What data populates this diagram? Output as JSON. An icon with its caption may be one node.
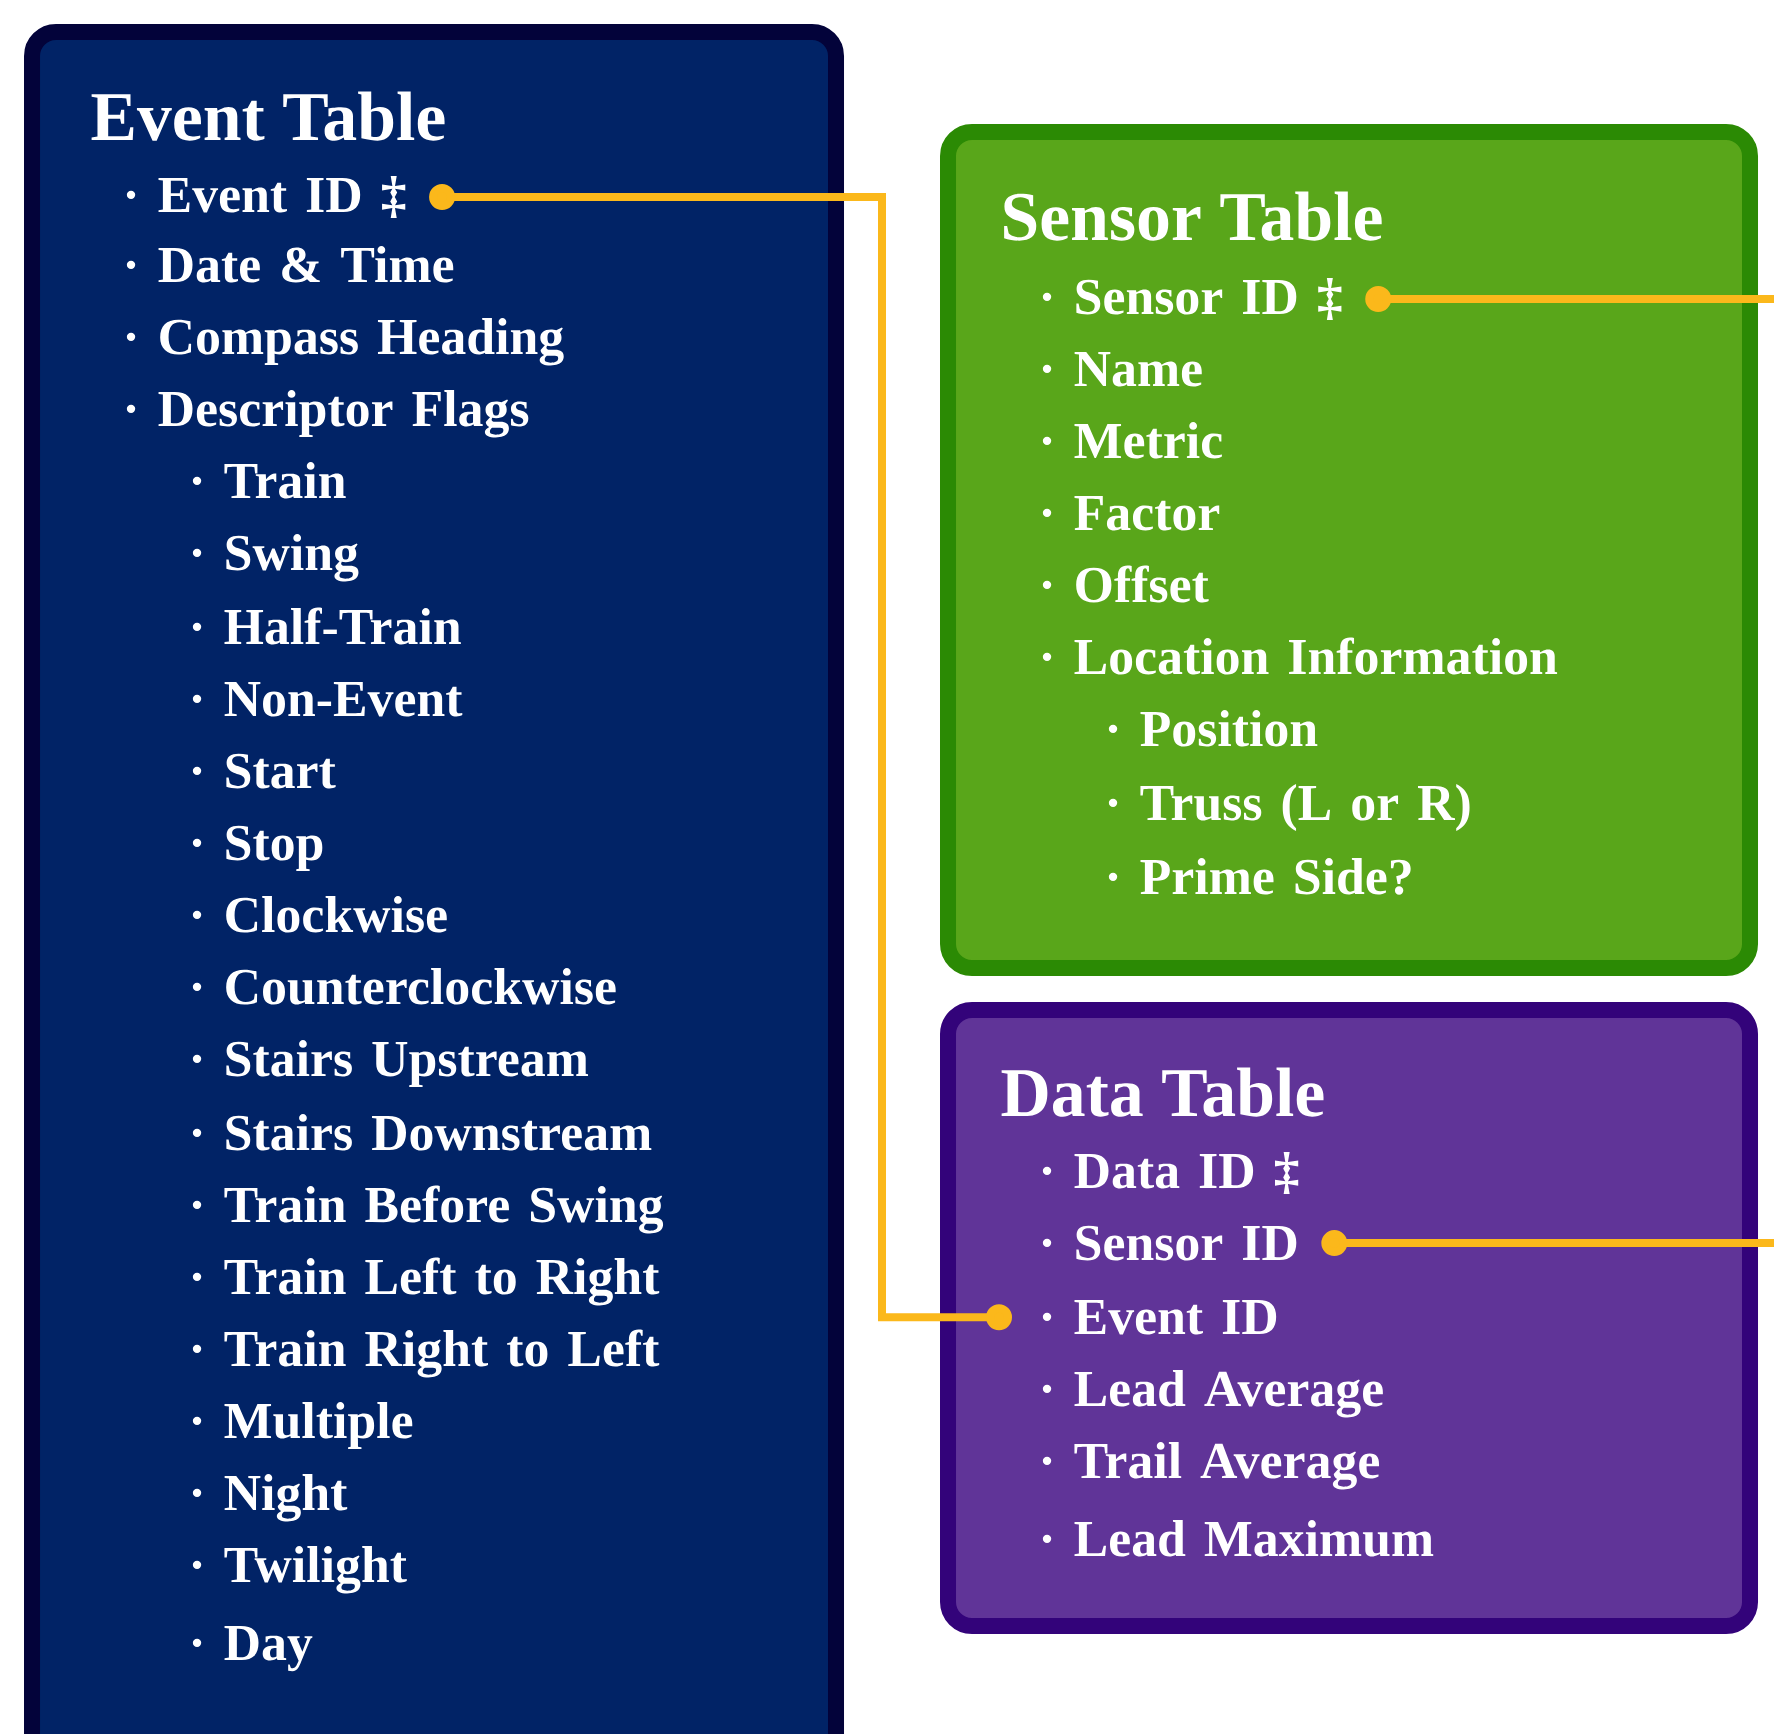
{
  "diagram": {
    "nodes": [
      {
        "text": [
          "Event Table"
        ]
      },
      {
        "text": [
          "· Event ID ‡"
        ],
        "in": 0
      },
      {
        "text": [
          "· Date & Time"
        ],
        "in": 0
      },
      {
        "text": [
          "· Compass Heading"
        ],
        "in": 0
      },
      {
        "text": [
          "· Descriptor Flags"
        ],
        "in": 0
      },
      {
        "text": [
          "· Train"
        ],
        "in": 0
      },
      {
        "text": [
          "· Swing"
        ],
        "in": 0
      },
      {
        "text": [
          "· Half-Train"
        ],
        "in": 0
      },
      {
        "text": [
          "· Non-Event"
        ],
        "in": 0
      },
      {
        "text": [
          "· Start"
        ],
        "in": 0
      },
      {
        "text": [
          "· Stop"
        ],
        "in": 0
      },
      {
        "text": [
          "· Clockwise"
        ],
        "in": 0
      },
      {
        "text": [
          "· Counterclockwise"
        ],
        "in": 0
      },
      {
        "text": [
          "· Stairs Upstream"
        ],
        "in": 0
      },
      {
        "text": [
          "· Stairs Downstream"
        ],
        "in": 0
      },
      {
        "text": [
          "· Train Before Swing"
        ],
        "in": 0
      },
      {
        "text": [
          "· Train Left to Right"
        ],
        "in": 0
      },
      {
        "text": [
          "· Train Right to Left"
        ],
        "in": 0
      },
      {
        "text": [
          "· Multiple"
        ],
        "in": 0
      },
      {
        "text": [
          "· Night"
        ],
        "in": 0
      },
      {
        "text": [
          "· Twilight"
        ],
        "in": 0
      },
      {
        "text": [
          "· Day"
        ],
        "in": 0
      },
      {
        "text": [
          "Sensor Table"
        ]
      },
      {
        "text": [
          "· Sensor ID ‡"
        ],
        "in": 22
      },
      {
        "text": [
          "· Name"
        ],
        "in": 22
      },
      {
        "text": [
          "· Metric"
        ],
        "in": 22
      },
      {
        "text": [
          "· Factor"
        ],
        "in": 22
      },
      {
        "text": [
          "· Offset"
        ],
        "in": 22
      },
      {
        "text": [
          "· Location Information"
        ],
        "in": 22
      },
      {
        "text": [
          "· Position"
        ],
        "in": 22
      },
      {
        "text": [
          "· Truss (L or R)"
        ],
        "in": 22
      },
      {
        "text": [
          "· Prime Side?"
        ],
        "in": 22
      },
      {
        "text": [
          "Data Table"
        ]
      },
      {
        "text": [
          "· Data ID ‡"
        ],
        "in": 32
      },
      {
        "text": [
          "· Sensor ID"
        ],
        "in": 32
      },
      {
        "text": [
          "· Event ID"
        ],
        "in": 32
      },
      {
        "text": [
          "· Lead Average"
        ],
        "in": 32
      },
      {
        "text": [
          "· Trail Average"
        ],
        "in": 32
      },
      {
        "text": [
          "· Lead Maximum"
        ],
        "in": 32
      }
    ],
    "edges": [
      {
        "from": 1,
        "to": 35,
        "arrow": "other"
      },
      {
        "from": 23,
        "to": 34,
        "arrow": "other"
      }
    ]
  }
}
